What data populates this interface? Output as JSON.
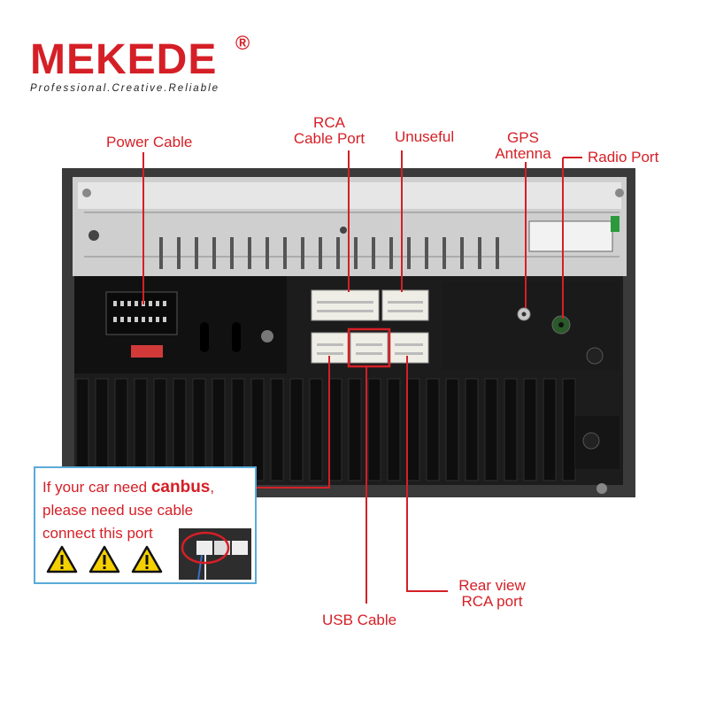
{
  "brand": {
    "name": "MEKEDE",
    "registered": "®",
    "tagline": "Professional.Creative.Reliable"
  },
  "labels": {
    "power_cable": "Power Cable",
    "rca_cable_port_line1": "RCA",
    "rca_cable_port_line2": "Cable Port",
    "unuseful": "Unuseful",
    "gps_line1": "GPS",
    "gps_line2": "Antenna",
    "radio_port": "Radio Port",
    "usb_cable": "USB Cable",
    "rear_view_line1": "Rear view",
    "rear_view_line2": "RCA port"
  },
  "canbus_note": {
    "line1_prefix": "If your car need ",
    "line1_keyword": "canbus",
    "line1_suffix": ",",
    "line2": "please need use cable",
    "line3": "connect this port",
    "warning_icons": [
      "warning-icon",
      "warning-icon",
      "warning-icon"
    ]
  },
  "colors": {
    "accent_red": "#d51f26",
    "callout_border": "#5aaad8",
    "warning_yellow": "#f5d000"
  }
}
